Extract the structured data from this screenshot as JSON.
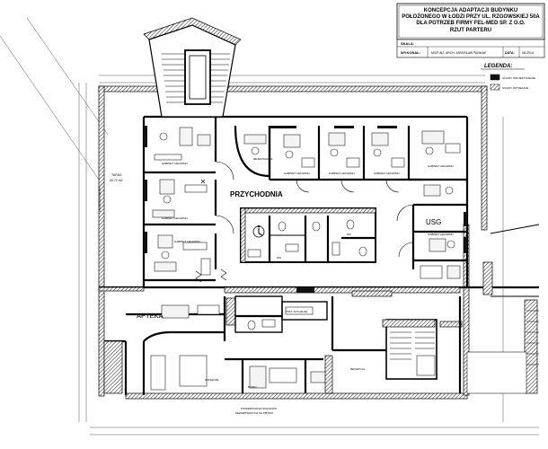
{
  "title_block": {
    "line1": "KONCEPCJA ADAPTACJI BUDYNKU",
    "line2": "POŁOŻONEGO W ŁODZI PRZY UL. RZGOWSKIEJ 50A",
    "line3": "DLA POTRZEB FIRMY FEL-MED SP. Z O.O.",
    "line4": "RZUT PARTERU",
    "scale_label": "SKALA:",
    "author_label": "WYKONAŁ:",
    "author": "MGR INŻ. ARCH. JAROSŁAW PANKIAK",
    "date_label": "DATA:",
    "date": "08.2014"
  },
  "legend": {
    "title": "LEGENDA:",
    "items": [
      {
        "label": "ŚCIANY PROJEKTOWANE",
        "swatch": "#111111"
      },
      {
        "label": "ŚCIANY ISTNIEJĄCE",
        "swatch": "hatch"
      }
    ]
  },
  "rooms": {
    "przychodnia": "PRZYCHODNIA",
    "usg": "USG",
    "apteka": "APTEKA",
    "taras": "TARAS",
    "taras_area": "40,72 m2",
    "gabinet": "GABINET LEKARSKI",
    "rejestracja": "REJESTRACJA",
    "wc": "WC",
    "pom_socjalne": "POM. SOCJALNE",
    "zaplecze": "ZAPLECZE",
    "biuro": "BIURO",
    "recepcja": "RECEPCJA",
    "pow_schodow": "POWIERZCHNIA SCHODÓW",
    "pow_schodow2": "ZEWNĘTRZNYCH NA PIĘTRO",
    "ogrod": "OGRÓDEK ZIMOWY"
  }
}
